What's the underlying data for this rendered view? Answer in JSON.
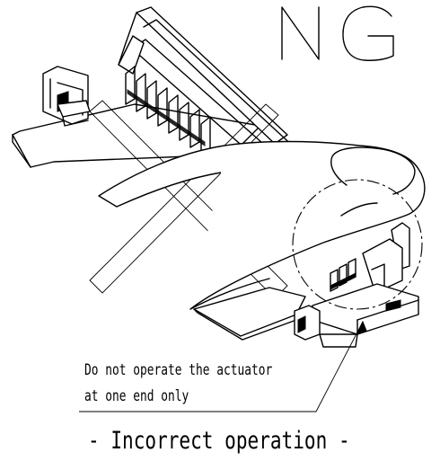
{
  "status_mark": "NG",
  "note": {
    "line1": "Do not operate the actuator",
    "line2": "at one end only"
  },
  "caption": "- Incorrect operation -"
}
